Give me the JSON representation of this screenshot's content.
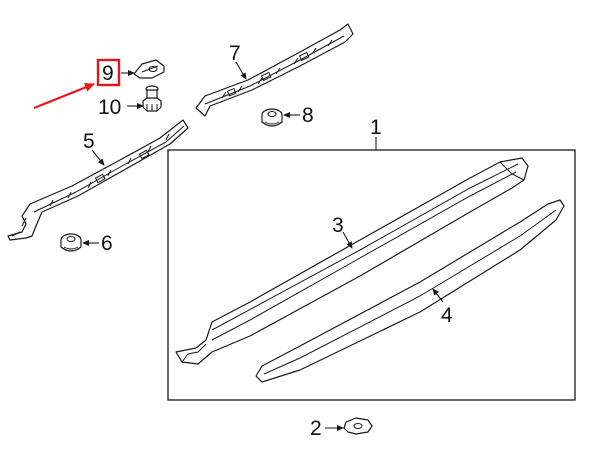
{
  "callouts": {
    "c1": "1",
    "c2": "2",
    "c3": "3",
    "c4": "4",
    "c5": "5",
    "c6": "6",
    "c7": "7",
    "c8": "8",
    "c9": "9",
    "c10": "10"
  },
  "highlight": {
    "target": "9",
    "box_color": "#e8141b",
    "arrow_color": "#e8141b"
  },
  "colors": {
    "line": "#1a1a1a",
    "background": "#ffffff"
  }
}
